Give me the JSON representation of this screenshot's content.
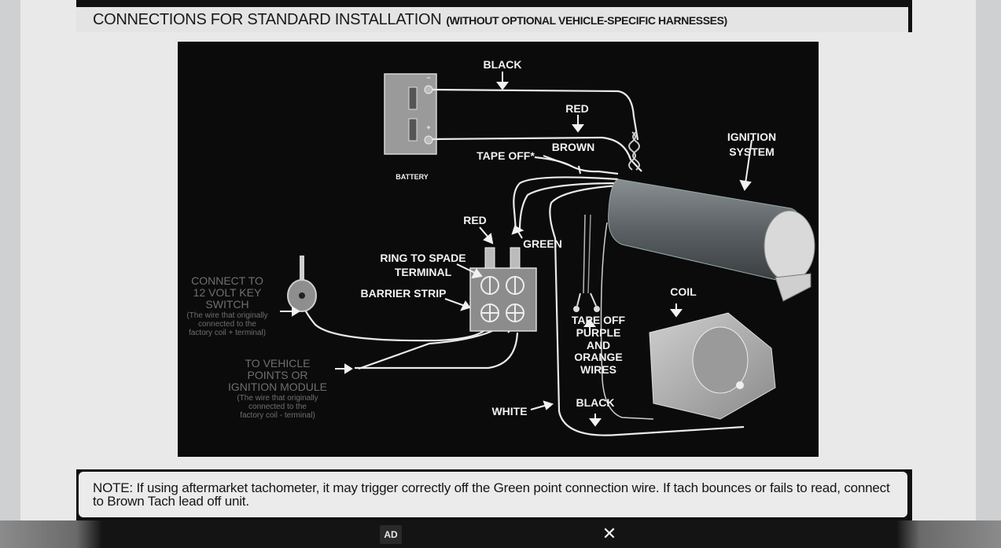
{
  "header": {
    "title": "CONNECTIONS FOR STANDARD INSTALLATION",
    "subtitle": "(WITHOUT OPTIONAL VEHICLE-SPECIFIC HARNESSES)"
  },
  "diagram": {
    "labels": {
      "black_top": "BLACK",
      "red_top": "RED",
      "brown": "BROWN",
      "tape_off": "TAPE OFF*",
      "battery": "BATTERY",
      "battery_minus": "−",
      "battery_plus": "+",
      "ignition_1": "IGNITION",
      "ignition_2": "SYSTEM",
      "red_mid": "RED",
      "green": "GREEN",
      "ring_1": "RING TO SPADE",
      "ring_2": "TERMINAL",
      "barrier": "BARRIER STRIP",
      "coil": "COIL",
      "tape_purple_1": "TAPE OFF",
      "tape_purple_2": "PURPLE",
      "tape_purple_3": "AND",
      "tape_purple_4": "ORANGE",
      "tape_purple_5": "WIRES",
      "white": "WHITE",
      "black_bottom": "BLACK",
      "key_1": "CONNECT TO",
      "key_2": "12 VOLT KEY",
      "key_3": "SWITCH",
      "key_4": "(The wire that originally",
      "key_5": "connected to the",
      "key_6": "factory coil + terminal)",
      "veh_1": "TO VEHICLE",
      "veh_2": "POINTS OR",
      "veh_3": "IGNITION MODULE",
      "veh_4": "(The wire that originally",
      "veh_5": "connected to the",
      "veh_6": "factory coil - terminal)"
    }
  },
  "note": {
    "text": "NOTE: If using aftermarket tachometer, it may trigger correctly off the Green point connection wire.  If tach bounces or fails to read, connect to Brown Tach lead off unit."
  },
  "ad": {
    "badge": "AD",
    "close": "✕"
  }
}
